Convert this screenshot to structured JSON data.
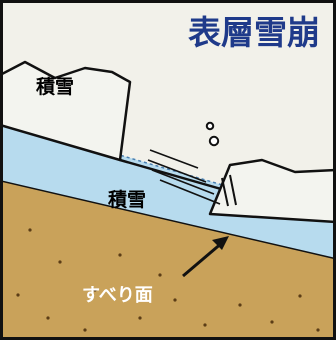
{
  "title": "表層雪崩",
  "labels": {
    "upper_snow": "積雪",
    "lower_snow": "積雪",
    "slip_surface": "すべり面"
  },
  "colors": {
    "title": "#1f3a8a",
    "sky": "#f2f1ea",
    "snow": "#f3f4ef",
    "weak_layer": "#b7dbee",
    "ground": "#c9a25a",
    "outline": "#111111"
  }
}
